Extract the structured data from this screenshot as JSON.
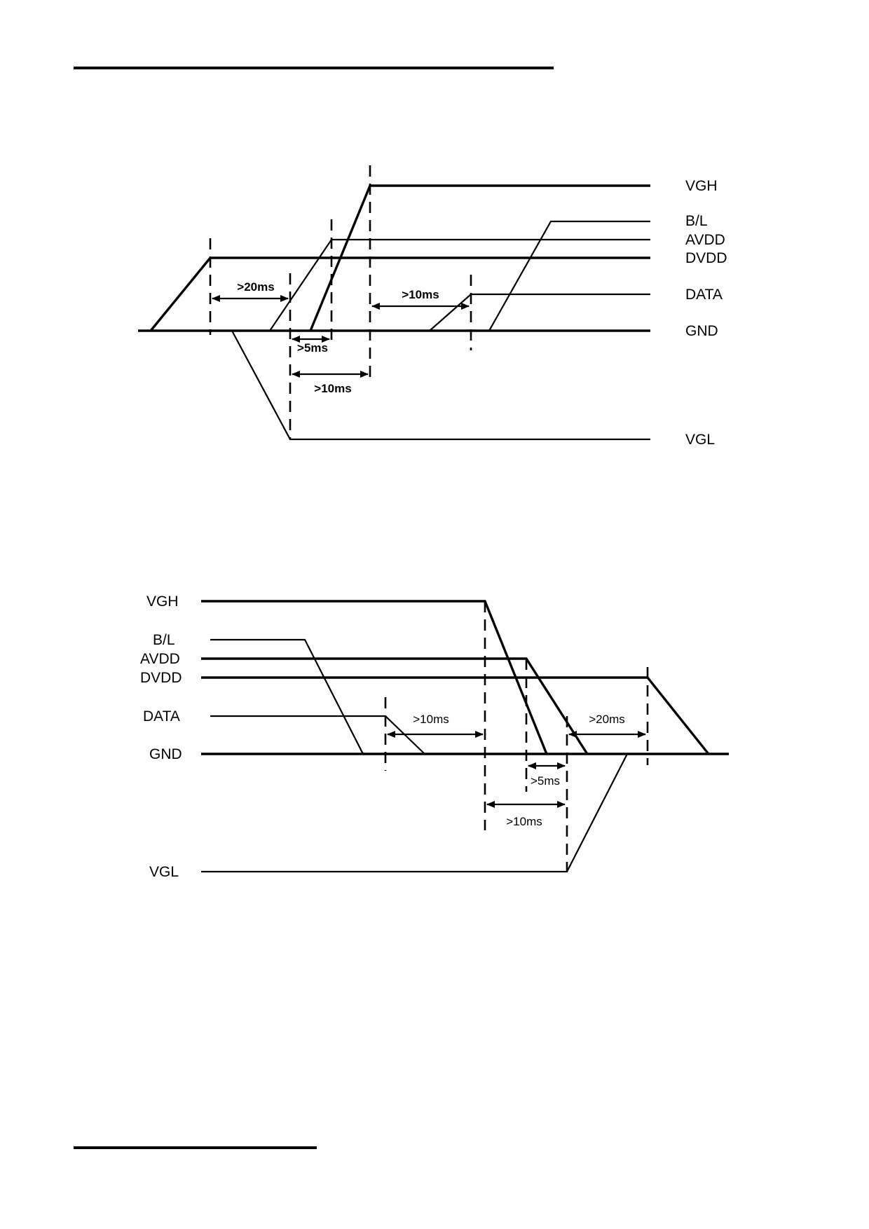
{
  "power_on": {
    "signal_labels": {
      "vgh": "VGH",
      "bl": "B/L",
      "avdd": "AVDD",
      "dvdd": "DVDD",
      "data": "DATA",
      "gnd": "GND",
      "vgl": "VGL"
    },
    "timings": {
      "t_dvdd_vgl": ">20ms",
      "t_vgl_avdd": ">5ms",
      "t_vgl_vgh": ">10ms",
      "t_vgh_data": ">10ms"
    }
  },
  "power_off": {
    "signal_labels": {
      "vgh": "VGH",
      "bl": "B/L",
      "avdd": "AVDD",
      "dvdd": "DVDD",
      "data": "DATA",
      "gnd": "GND",
      "vgl": "VGL"
    },
    "timings": {
      "t_data_vgh": ">10ms",
      "t_vgl_dvdd": ">20ms",
      "t_avdd_vgl": ">5ms",
      "t_vgh_vgl": ">10ms"
    }
  }
}
